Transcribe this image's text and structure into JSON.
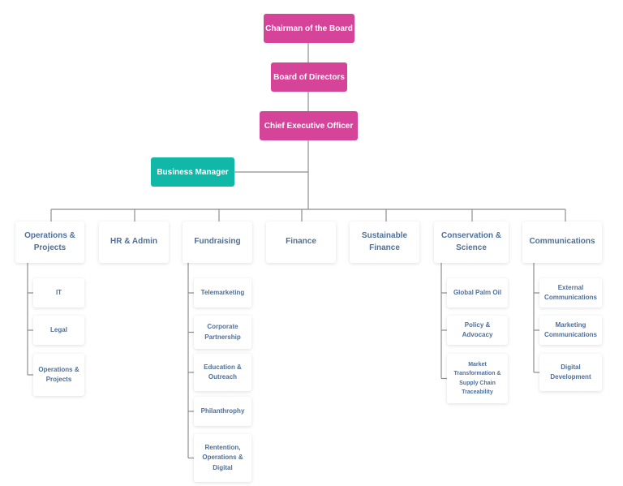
{
  "colors": {
    "executive": "#d6449a",
    "manager": "#11b8a8",
    "text": "#4f6f98",
    "connector": "#8e8e8e"
  },
  "executives": {
    "chairman": "Chairman of the Board",
    "board": "Board of Directors",
    "ceo": "Chief Executive Officer"
  },
  "business_manager": "Business Manager",
  "departments": [
    {
      "id": "ops",
      "label": "Operations &\nProjects",
      "children": [
        "IT",
        "Legal",
        "Operations &\nProjects"
      ]
    },
    {
      "id": "hr",
      "label": "HR & Admin",
      "children": []
    },
    {
      "id": "fund",
      "label": "Fundraising",
      "children": [
        "Telemarketing",
        "Corporate\nPartnership",
        "Education &\nOutreach",
        "Philanthrophy",
        "Rentention,\nOperations &\nDigital"
      ]
    },
    {
      "id": "fin",
      "label": "Finance",
      "children": []
    },
    {
      "id": "sfin",
      "label": "Sustainable\nFinance",
      "children": []
    },
    {
      "id": "cons",
      "label": "Conservation &\nScience",
      "children": [
        "Global Palm Oil",
        "Policy &\nAdvocacy",
        "Market\nTransformation &\nSupply Chain\nTraceability"
      ]
    },
    {
      "id": "comm",
      "label": "Communications",
      "children": [
        "External\nCommunications",
        "Marketing\nCommunications",
        "Digital\nDevelopment"
      ]
    }
  ]
}
